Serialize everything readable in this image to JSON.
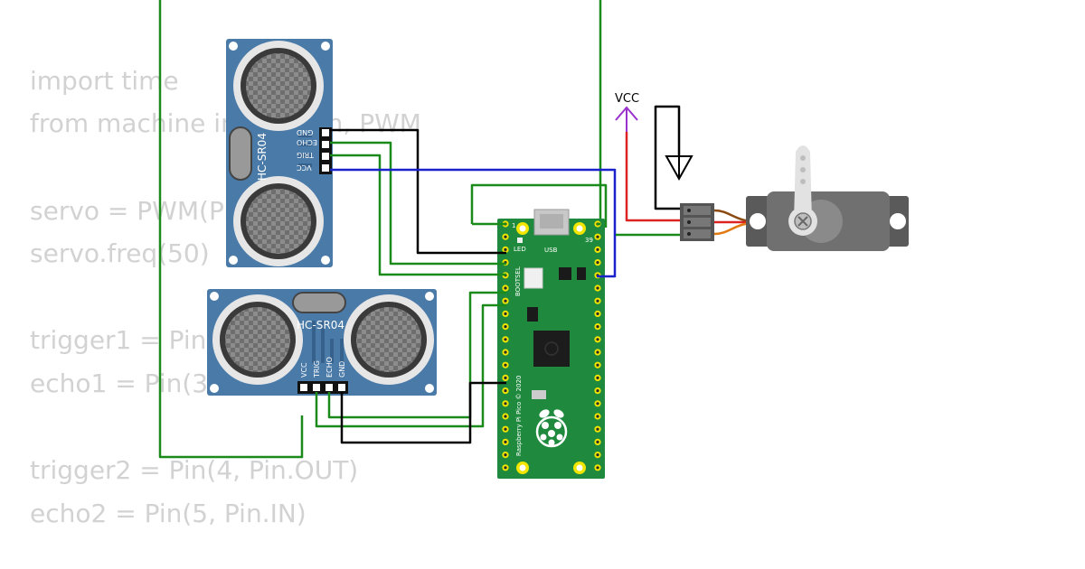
{
  "code_lines": [
    "import time",
    "from machine import Pin, PWM",
    "",
    "servo = PWM(Pin(0))",
    "servo.freq(50)",
    "",
    "trigger1 = Pin(2, Pin.OUT)",
    "echo1 = Pin(3, Pin.IN)",
    "",
    "trigger2 = Pin(4, Pin.OUT)",
    "echo2 = Pin(5, Pin.IN)"
  ],
  "sensor1": {
    "label": "HC-SR04",
    "pins": [
      "GND",
      "ECHO",
      "TRIG",
      "VCC"
    ]
  },
  "sensor2": {
    "label": "HC-SR04",
    "pins": [
      "VCC",
      "TRIG",
      "ECHO",
      "GND"
    ]
  },
  "pico": {
    "name": "Raspberry Pi Pico © 2020",
    "led_label": "LED",
    "usb_label": "USB",
    "bootsel_label": "BOOTSEL",
    "pin_numbers": [
      "1",
      "39"
    ]
  },
  "power": {
    "vcc_label": "VCC"
  },
  "colors": {
    "board_blue": "#4a7aa8",
    "pico_green": "#1f8a3e",
    "wire_green": "#1a8a1a",
    "wire_black": "#000000",
    "wire_blue": "#1a22cc",
    "wire_red": "#dd2222",
    "wire_orange": "#e07a10",
    "wire_brown": "#8a4a10",
    "vcc_purple": "#9933cc",
    "servo_gray": "#666666"
  }
}
